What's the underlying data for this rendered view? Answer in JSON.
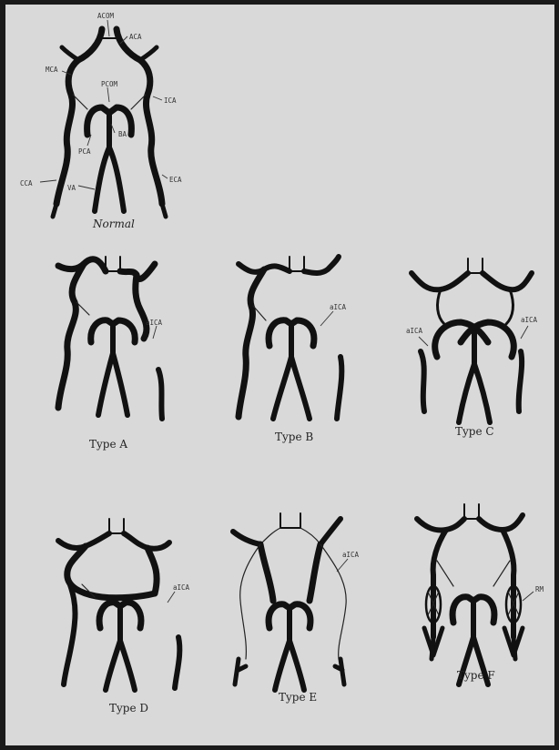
{
  "labels": {
    "acom": "ACOM",
    "aca": "ACA",
    "mca": "MCA",
    "pcom": "PCOM",
    "ica": "ICA",
    "pca": "PCA",
    "ba": "BA",
    "cca": "CCA",
    "va": "VA",
    "eca": "ECA",
    "aica": "aICA",
    "rm": "RM"
  },
  "captions": {
    "normal": "Normal",
    "a": "Type A",
    "b": "Type B",
    "c": "Type C",
    "d": "Type D",
    "e": "Type E",
    "f": "Type F"
  },
  "colors": {
    "paper": "#d9d9d9",
    "ink": "#111111",
    "border": "#1a1a1a"
  }
}
